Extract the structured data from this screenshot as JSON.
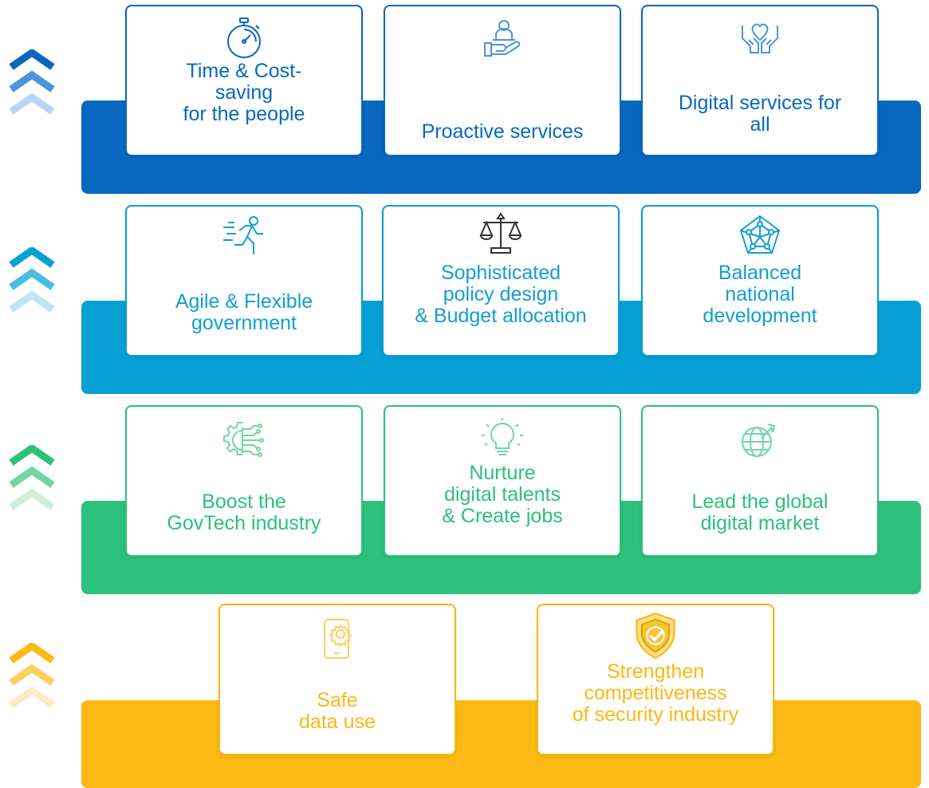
{
  "colors": {
    "tier1": "#0868c0",
    "tier1_light": "#4a95d8",
    "tier1_lighter": "#b8d6f2",
    "tier2": "#06a0d4",
    "tier2_text": "#119fd3",
    "tier2_light": "#4cbde3",
    "tier2_lighter": "#bde5f4",
    "tier3": "#2cc17c",
    "tier3_light": "#71d6a4",
    "tier3_lighter": "#cdeedc",
    "tier4": "#fcb813",
    "tier4_light": "#fdcf5d",
    "tier4_lighter": "#feeac4"
  },
  "tiers": [
    {
      "cards": [
        {
          "icon": "stopwatch-icon",
          "label": "Time & Cost-\nsaving\nfor the people"
        },
        {
          "icon": "hand-service-icon",
          "label": "Proactive services"
        },
        {
          "icon": "heart-hands-icon",
          "label": "Digital services for\nall"
        }
      ]
    },
    {
      "cards": [
        {
          "icon": "running-person-icon",
          "label": "Agile & Flexible\ngovernment"
        },
        {
          "icon": "scales-icon",
          "label": "Sophisticated\npolicy design\n& Budget allocation"
        },
        {
          "icon": "radar-network-icon",
          "label": "Balanced\nnational\ndevelopment"
        }
      ]
    },
    {
      "cards": [
        {
          "icon": "gear-circuit-icon",
          "label": "Boost the\nGovTech industry"
        },
        {
          "icon": "lightbulb-icon",
          "label": "Nurture\ndigital talents\n& Create jobs"
        },
        {
          "icon": "globe-arrow-icon",
          "label": "Lead the global\ndigital market"
        }
      ]
    },
    {
      "cards": [
        {
          "icon": "phone-gear-icon",
          "label": "Safe\ndata use"
        },
        {
          "icon": "shield-check-icon",
          "label": "Strengthen\ncompetitiveness\nof security industry"
        }
      ]
    }
  ]
}
